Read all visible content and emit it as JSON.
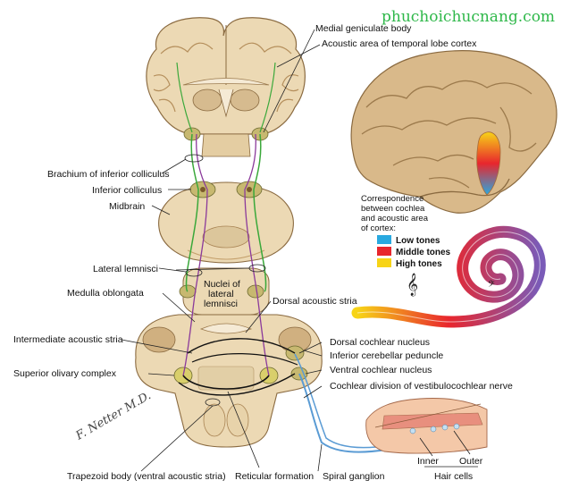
{
  "watermark": "phuchoichucnang.com",
  "labels": {
    "medial_geniculate_body": "Medial geniculate body",
    "acoustic_area": "Acoustic area of temporal lobe cortex",
    "brachium_inferior_colliculus": "Brachium of inferior colliculus",
    "inferior_colliculus": "Inferior colliculus",
    "midbrain": "Midbrain",
    "lateral_lemnisci": "Lateral lemnisci",
    "medulla_oblongata": "Medulla oblongata",
    "nuclei_lateral_lemnisci_1": "Nuclei of",
    "nuclei_lateral_lemnisci_2": "lateral",
    "nuclei_lateral_lemnisci_3": "lemnisci",
    "dorsal_acoustic_stria": "Dorsal acoustic stria",
    "intermediate_acoustic_stria": "Intermediate acoustic stria",
    "dorsal_cochlear_nucleus": "Dorsal cochlear nucleus",
    "inferior_cerebellar_peduncle": "Inferior cerebellar peduncle",
    "superior_olivary_complex": "Superior olivary complex",
    "ventral_cochlear_nucleus": "Ventral cochlear nucleus",
    "cochlear_division": "Cochlear division of vestibulocochlear nerve",
    "trapezoid_body": "Trapezoid body (ventral acoustic stria)",
    "reticular_formation": "Reticular formation",
    "spiral_ganglion": "Spiral ganglion",
    "inner": "Inner",
    "outer": "Outer",
    "hair_cells": "Hair cells"
  },
  "correspondence": {
    "line1": "Correspondence",
    "line2": "between cochlea",
    "line3": "and acoustic area",
    "line4": "of cortex:"
  },
  "legend": [
    {
      "label": "Low tones",
      "color": "#29a9e0"
    },
    {
      "label": "Middle tones",
      "color": "#e8262d"
    },
    {
      "label": "High tones",
      "color": "#f7d417"
    }
  ],
  "signature": "F. Netter M.D.",
  "colors": {
    "tissue": "#ecd9b4",
    "tissue_dark": "#c9a877",
    "gray_matter": "#bfa27a",
    "pathway_green": "#3aa83a",
    "pathway_purple": "#8b3a9b",
    "pathway_black": "#111111",
    "nerve_blue": "#5a9bd4",
    "nuclei_yellow": "#d9cf6b",
    "low_tones": "#29a9e0",
    "middle_tones": "#e8262d",
    "high_tones": "#f7d417"
  }
}
